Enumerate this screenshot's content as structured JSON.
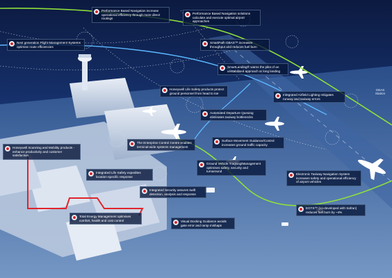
{
  "colors": {
    "green_path": "#8ee03a",
    "blue_path": "#5cb8ff",
    "red_path": "#e0242a",
    "accent_red": "#d7262b"
  },
  "callouts": [
    {
      "id": "c1",
      "icon": "honeywell-marker-icon",
      "text": "Performance Based Navigation increase operational efficiency through more direct routings"
    },
    {
      "id": "c2",
      "icon": "honeywell-marker-icon",
      "text": "Performance Based Navigation solutions calculate and execute optimal airport approaches"
    },
    {
      "id": "c3",
      "icon": "honeywell-marker-icon",
      "text": "Next generation Flight Management Systems optimise route efficiencies"
    },
    {
      "id": "c4",
      "icon": "honeywell-marker-icon",
      "text": "SmartPath GBAS™ increases throughput and reduces fuel burn"
    },
    {
      "id": "c5",
      "icon": "honeywell-marker-icon",
      "text": "SmartLanding® warns the pilot of an unstabilised approach or long landing"
    },
    {
      "id": "c6",
      "icon": "honeywell-marker-icon",
      "text": "Honeywell Life Safety products protect ground personnel from head to toe"
    },
    {
      "id": "c7",
      "icon": "honeywell-marker-icon",
      "text": "Integrated Airfield Lighting mitigates runway and taxiway errors"
    },
    {
      "id": "c8",
      "icon": "honeywell-marker-icon",
      "text": "Automated Departure Queuing eliminates taxiway bottlenecks"
    },
    {
      "id": "c9",
      "icon": "honeywell-marker-icon",
      "text": "Surface Movement Guidance/Control increases ground traffic capacity"
    },
    {
      "id": "c10",
      "icon": "honeywell-marker-icon",
      "text": "The Enterprise Control Centre enables terminal-wide systems management"
    },
    {
      "id": "c11",
      "icon": "honeywell-marker-icon",
      "text": "Honeywell Scanning and Mobility products - enhance productivity and customer satisfaction"
    },
    {
      "id": "c12",
      "icon": "honeywell-marker-icon",
      "text": "Ground Vehicle Tracking/Management optimises safety, security and turnaround"
    },
    {
      "id": "c13",
      "icon": "honeywell-marker-icon",
      "text": "Integrated Life Safety expedites location-specific response"
    },
    {
      "id": "c14",
      "icon": "honeywell-marker-icon",
      "text": "Electronic Taxiway Navigation System increases safety and operational efficiency of airport vehicles"
    },
    {
      "id": "c15",
      "icon": "honeywell-marker-icon",
      "text": "Integrated Security assures swift detection, analysis and response"
    },
    {
      "id": "c16",
      "icon": "honeywell-marker-icon",
      "text": "EGTS™ (co-developed with Safran) reduces fuel burn by ~4%"
    },
    {
      "id": "c17",
      "icon": "honeywell-marker-icon",
      "text": "Total Energy Management optimises comfort, health and cost control"
    },
    {
      "id": "c18",
      "icon": "honeywell-marker-icon",
      "text": "Visual Docking Guidance avoids gate error and ramp mishaps"
    }
  ],
  "station_sign": {
    "line1": "GBAS",
    "line2": "Station"
  }
}
